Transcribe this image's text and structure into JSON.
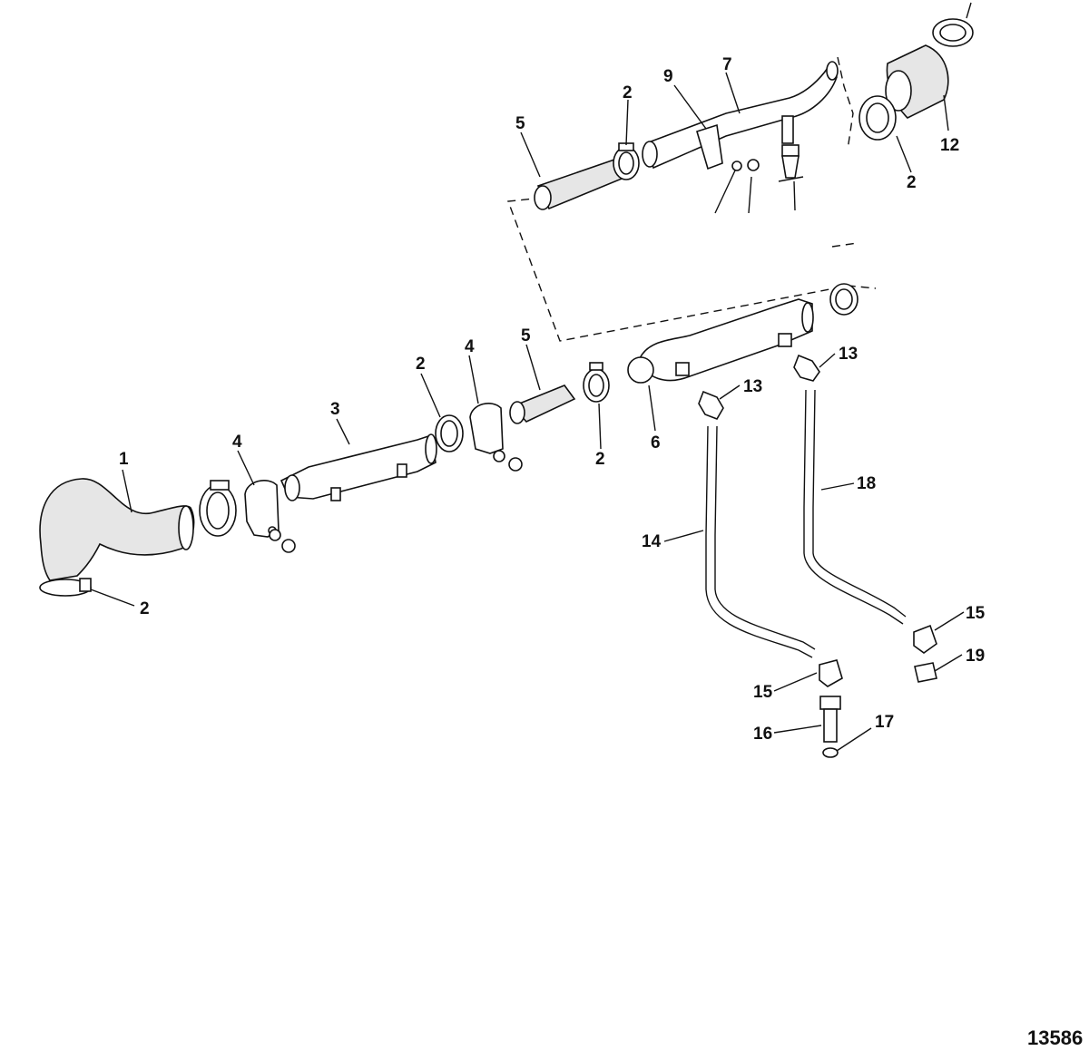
{
  "figure_number": "13586",
  "callouts": {
    "c1": "1",
    "c2a": "2",
    "c2b": "2",
    "c2c": "2",
    "c2d": "2",
    "c2e": "2",
    "c3": "3",
    "c4a": "4",
    "c4b": "4",
    "c5a": "5",
    "c5b": "5",
    "c6": "6",
    "c7": "7",
    "c9": "9",
    "c12": "12",
    "c13a": "13",
    "c13b": "13",
    "c14": "14",
    "c15a": "15",
    "c15b": "15",
    "c16": "16",
    "c17": "17",
    "c18": "18",
    "c19": "19"
  }
}
